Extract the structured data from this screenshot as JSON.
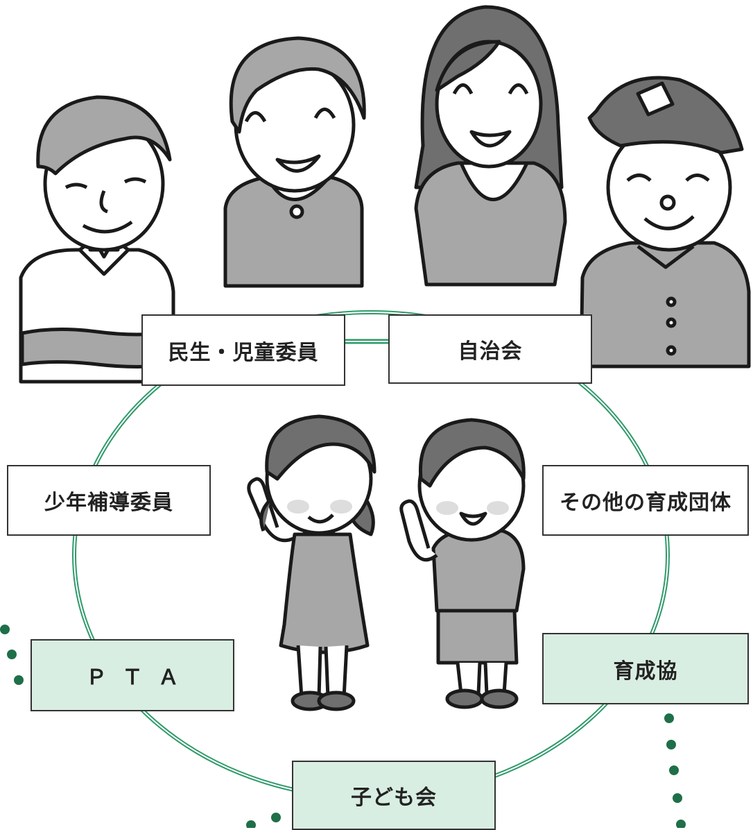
{
  "colors": {
    "ring": "#2f9a6a",
    "dots": "#1f6f49",
    "highlight_box": "#d9eee2",
    "figure_gray": "#a7a7a7",
    "figure_dark": "#6f6f6f",
    "outline": "#1a1a1a"
  },
  "figures": [
    {
      "name": "man-left",
      "icon": "person-man-sweater"
    },
    {
      "name": "woman-short-hair",
      "icon": "person-woman-vneck"
    },
    {
      "name": "woman-long-hair",
      "icon": "person-woman-long-hair"
    },
    {
      "name": "man-with-cap",
      "icon": "person-man-cap"
    },
    {
      "name": "girl",
      "icon": "child-girl-waving"
    },
    {
      "name": "boy",
      "icon": "child-boy-waving"
    }
  ],
  "nodes": {
    "minsei": {
      "label": "民生・児童委員",
      "highlighted": false
    },
    "jichikai": {
      "label": "自治会",
      "highlighted": false
    },
    "shonen": {
      "label": "少年補導委員",
      "highlighted": false
    },
    "sonota": {
      "label": "その他の育成団体",
      "highlighted": false
    },
    "pta": {
      "label": "ＰＴＡ",
      "highlighted": true
    },
    "ikuseikyo": {
      "label": "育成協",
      "highlighted": true
    },
    "kodomokai": {
      "label": "子ども会",
      "highlighted": true
    }
  }
}
